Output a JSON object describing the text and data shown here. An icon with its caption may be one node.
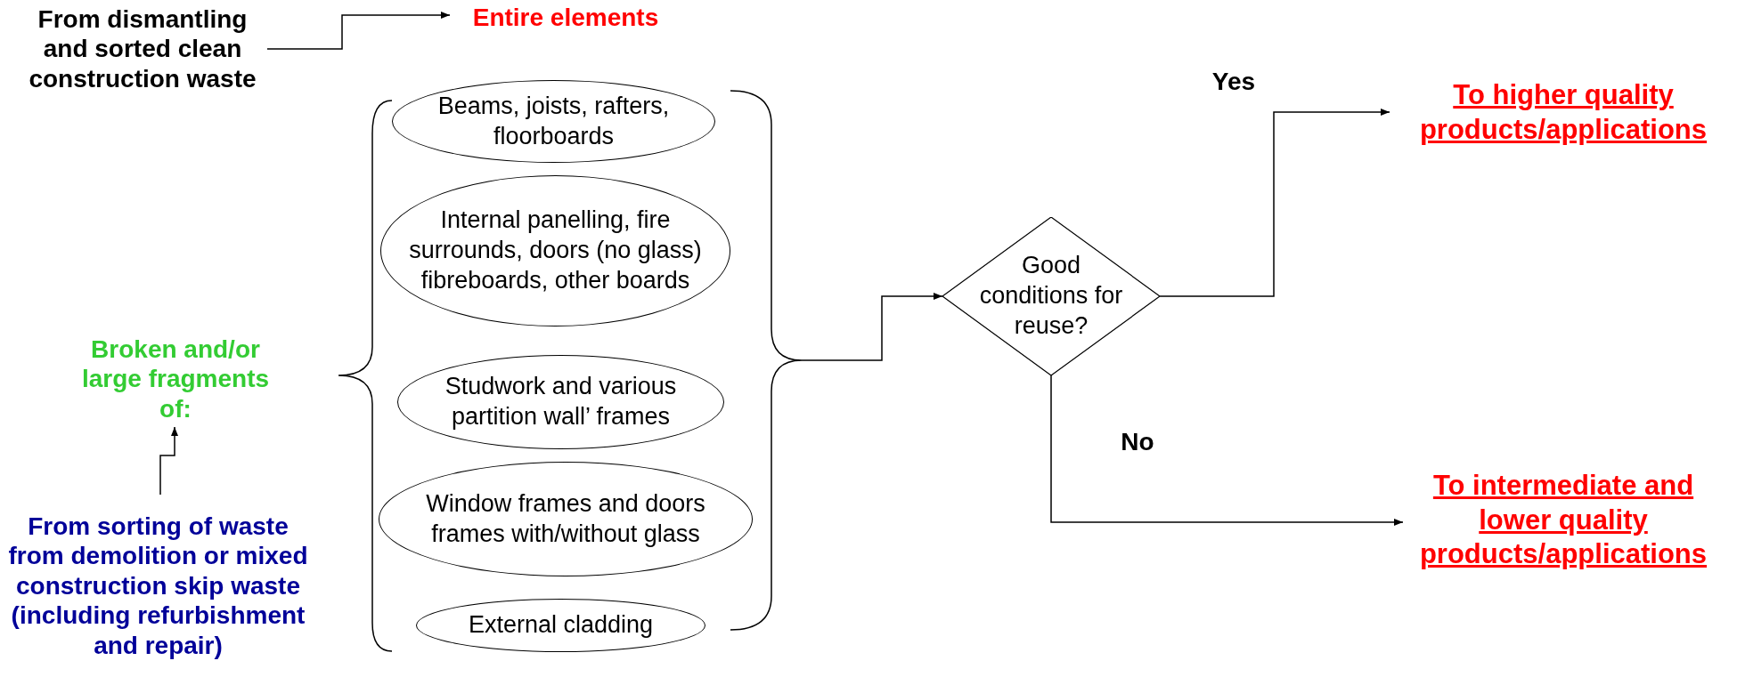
{
  "diagram": {
    "nodes": [
      {
        "text": [
          "From dismantling and sorted clean construction waste"
        ]
      },
      {
        "text": [
          "Entire elements"
        ]
      },
      {
        "text": [
          "Broken and/or large fragments of:"
        ]
      },
      {
        "text": [
          "From sorting of waste from demolition or mixed construction skip waste (including refurbishment and repair)"
        ]
      },
      {
        "text": [
          "Beams, joists, rafters, floorboards"
        ]
      },
      {
        "text": [
          "Internal panelling, fire surrounds, doors (no glass) fibreboards, other boards"
        ]
      },
      {
        "text": [
          "Studwork and various partition wall’ frames"
        ]
      },
      {
        "text": [
          "Window frames and doors frames with/without glass"
        ]
      },
      {
        "text": [
          "External cladding"
        ]
      },
      {
        "text": [],
        "shape": "brace"
      },
      {
        "text": [
          "Good conditions for reuse?"
        ]
      },
      {
        "text": [
          "To higher quality products/applications"
        ]
      },
      {
        "text": [
          "To intermediate and lower quality products/applications"
        ]
      }
    ],
    "edges": [
      {
        "from": 0,
        "to": 1,
        "arrow": "to"
      },
      {
        "from": 3,
        "to": 2,
        "arrow": "to"
      },
      {
        "from": 9,
        "to": 10,
        "arrow": "to"
      },
      {
        "from": 10,
        "to": 11,
        "arrow": "to",
        "label": "Yes"
      },
      {
        "from": 10,
        "to": 12,
        "arrow": "to",
        "label": "No"
      }
    ]
  }
}
